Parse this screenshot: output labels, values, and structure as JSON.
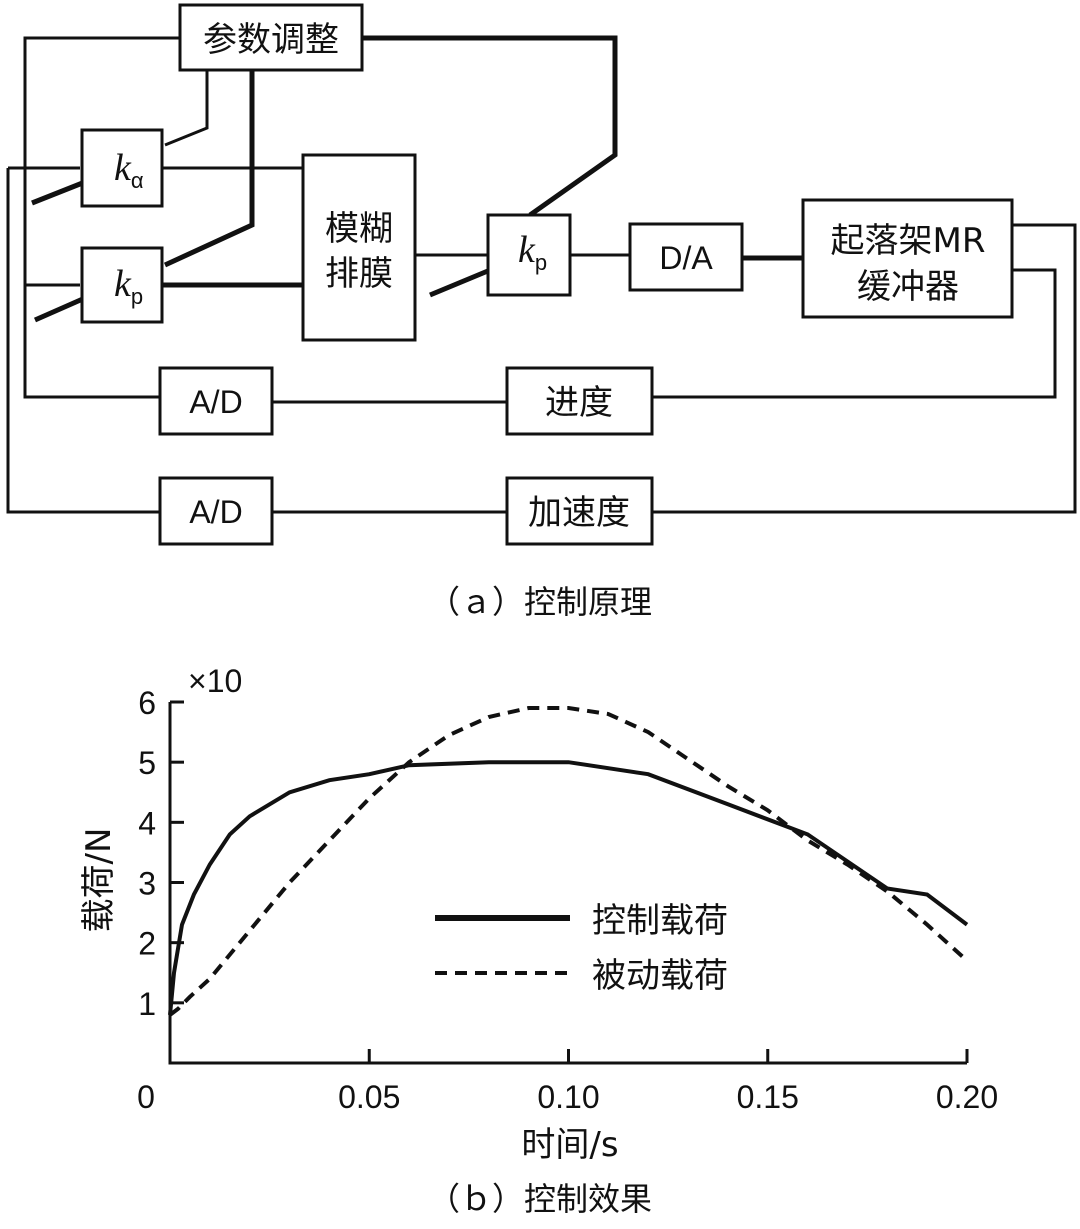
{
  "diagram": {
    "blocks": {
      "param_adjust": "参数调整",
      "k_alpha": {
        "k": "k",
        "sub": "α"
      },
      "k_p_left": {
        "k": "k",
        "sub": "p"
      },
      "fuzzy_line1": "模糊",
      "fuzzy_line2": "排膜",
      "k_p_mid": {
        "k": "k",
        "sub": "p"
      },
      "da": "D/A",
      "mr_line1": "起落架MR",
      "mr_line2": "缓冲器",
      "ad_top": "A/D",
      "progress": "进度",
      "ad_bottom": "A/D",
      "acceleration": "加速度"
    },
    "caption_a": "（ａ）控制原理"
  },
  "chart_data": {
    "type": "line",
    "exponent_label": "×10",
    "xlabel": "时间/s",
    "ylabel": "载荷/N",
    "xlim": [
      0,
      0.2
    ],
    "ylim": [
      0,
      6
    ],
    "x_ticks": [
      "0",
      "0.05",
      "0.10",
      "0.15",
      "0.20"
    ],
    "y_ticks": [
      "1",
      "2",
      "3",
      "4",
      "5",
      "6"
    ],
    "legend_position": "center-right",
    "series": [
      {
        "name": "控制载荷",
        "style": "solid",
        "x": [
          0.0,
          0.001,
          0.003,
          0.006,
          0.01,
          0.015,
          0.02,
          0.03,
          0.04,
          0.05,
          0.06,
          0.08,
          0.1,
          0.12,
          0.14,
          0.16,
          0.18,
          0.19,
          0.2
        ],
        "y": [
          0.8,
          1.5,
          2.3,
          2.8,
          3.3,
          3.8,
          4.1,
          4.5,
          4.7,
          4.8,
          4.95,
          5.0,
          5.0,
          4.8,
          4.3,
          3.8,
          2.9,
          2.8,
          2.3
        ]
      },
      {
        "name": "被动载荷",
        "style": "dashed",
        "x": [
          0.0,
          0.002,
          0.005,
          0.01,
          0.02,
          0.03,
          0.04,
          0.05,
          0.06,
          0.07,
          0.08,
          0.09,
          0.1,
          0.11,
          0.12,
          0.13,
          0.14,
          0.15,
          0.16,
          0.17,
          0.18,
          0.19,
          0.2
        ],
        "y": [
          0.8,
          0.9,
          1.1,
          1.4,
          2.2,
          3.0,
          3.7,
          4.4,
          5.0,
          5.45,
          5.75,
          5.9,
          5.9,
          5.8,
          5.5,
          5.05,
          4.6,
          4.2,
          3.7,
          3.3,
          2.85,
          2.3,
          1.7
        ]
      }
    ]
  },
  "caption_b": "（ｂ）控制效果"
}
